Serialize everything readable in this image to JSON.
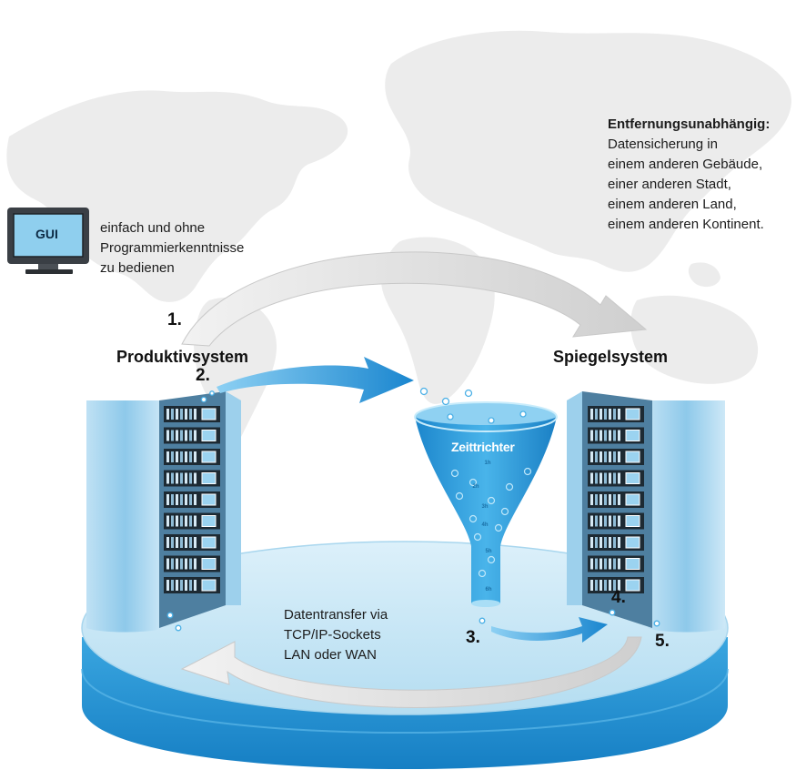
{
  "distance": {
    "heading": "Entfernungsunabhängig:",
    "lines": [
      "Datensicherung in",
      "einem anderen Gebäude,",
      "einer anderen Stadt,",
      "einem anderen Land,",
      "einem anderen Kontinent."
    ]
  },
  "gui": {
    "screen_label": "GUI",
    "lines": [
      "einfach und ohne",
      "Programmierkenntnisse",
      "zu bedienen"
    ]
  },
  "steps": [
    "1.",
    "2.",
    "3.",
    "4.",
    "5."
  ],
  "production_title": "Produktivsystem",
  "mirror_title": "Spiegelsystem",
  "funnel": {
    "title": "Zeittrichter",
    "hours": [
      "1h",
      "2h",
      "3h",
      "4h",
      "5h",
      "6h"
    ]
  },
  "transfer": {
    "lines": [
      "Datentransfer via",
      "TCP/IP-Sockets",
      "LAN oder WAN"
    ]
  },
  "colors": {
    "accent": "#1e8fd0",
    "platform_top": "#c4e4f4",
    "platform_side": "#2a9ad8",
    "arrow_grey": "#d9d9d9"
  }
}
